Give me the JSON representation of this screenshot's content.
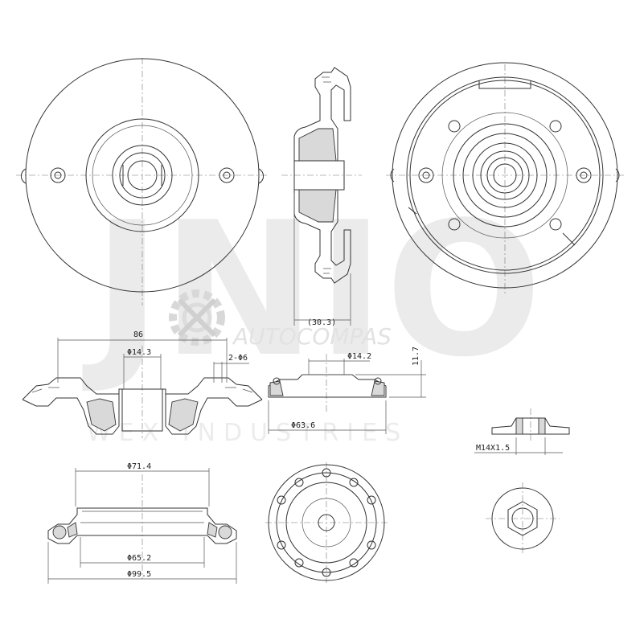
{
  "watermark": {
    "big_letters": "JNIO",
    "brand": "AUTOCOMPAS",
    "company": "WEX INDUSTRIES"
  },
  "dimensions": {
    "side_thickness": "(30.3)",
    "height": "11.7",
    "width_86": "86",
    "bore_143": "Φ14.3",
    "holes": "2-Φ6",
    "bore_142": "Φ14.2",
    "dia_636": "Φ63.6",
    "thread": "M14X1.5",
    "dia_714": "Φ71.4",
    "dia_652": "Φ65.2",
    "dia_995": "Φ99.5"
  },
  "colors": {
    "line": "#333333",
    "watermark": "#e8e8e8"
  }
}
